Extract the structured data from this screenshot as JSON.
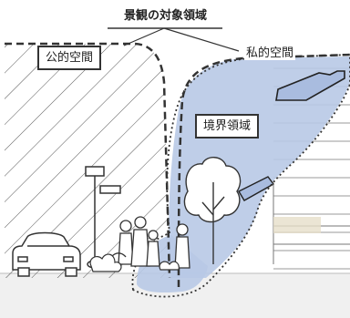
{
  "title": "景観の対象領域",
  "regions": {
    "public": "公的空間",
    "private": "私的空間",
    "boundary": "境界領域"
  },
  "colors": {
    "line": "#333333",
    "hatch": "#555555",
    "boundary_fill": "#b8c9e6",
    "ground": "#f2f2f2",
    "dash": "#444444"
  }
}
